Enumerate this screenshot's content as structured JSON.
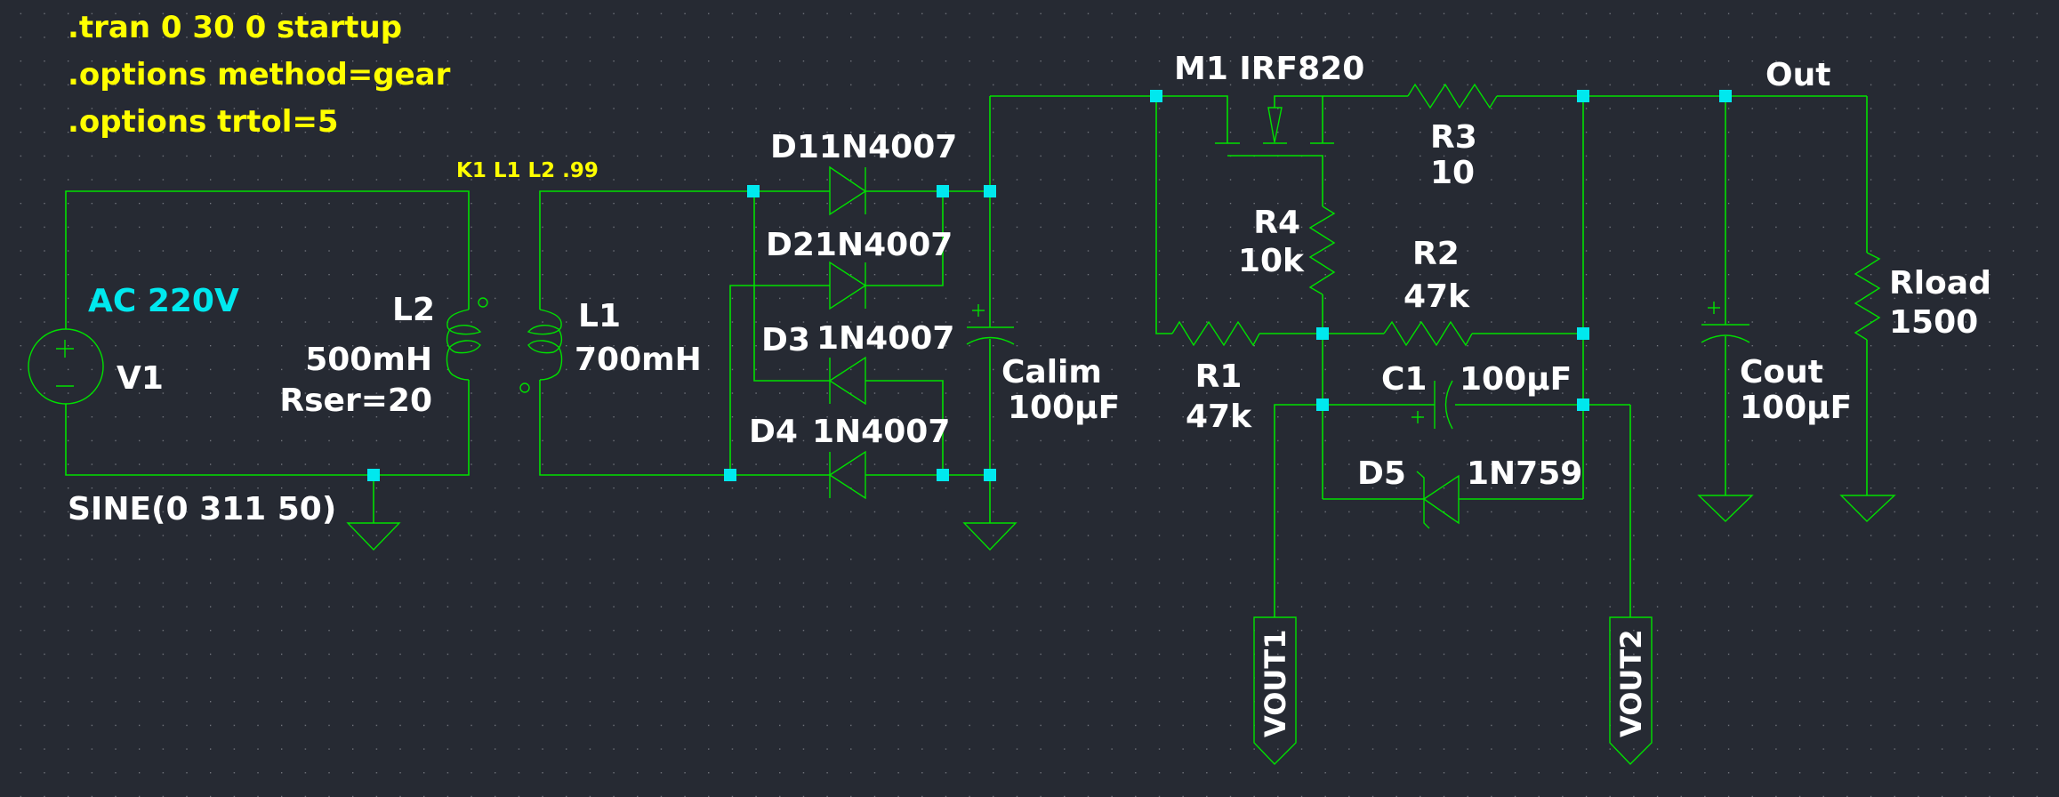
{
  "app": "LTspice schematic",
  "colors": {
    "background": "#262a33",
    "wire": "#00e000",
    "junction": "#00e8ee",
    "directive": "#ffff00",
    "comment": "#00e8ee",
    "label": "#ffffff"
  },
  "directives": [
    ".tran 0 30 0 startup",
    ".options method=gear",
    ".options trtol=5"
  ],
  "coupling": "K1 L1 L2 .99",
  "comment": "AC 220V",
  "components": {
    "V1": {
      "name": "V1",
      "value": "SINE(0 311 50)"
    },
    "L2": {
      "name": "L2",
      "value": "500mH",
      "extra": "Rser=20"
    },
    "L1": {
      "name": "L1",
      "value": "700mH"
    },
    "D1": {
      "label": "D11N4007"
    },
    "D2": {
      "label": "D21N4007"
    },
    "D3": {
      "name": "D3",
      "value": "1N4007"
    },
    "D4": {
      "name": "D4",
      "value": "1N4007"
    },
    "Calim": {
      "name": "Calim",
      "value": "100µF"
    },
    "M1": {
      "label": "M1 IRF820"
    },
    "R3": {
      "name": "R3",
      "value": "10"
    },
    "R4": {
      "name": "R4",
      "value": "10k"
    },
    "R2": {
      "name": "R2",
      "value": "47k"
    },
    "R1": {
      "name": "R1",
      "value": "47k"
    },
    "C1": {
      "name": "C1",
      "value": "100µF"
    },
    "D5": {
      "name": "D5",
      "value": "1N759"
    },
    "Cout": {
      "name": "Cout",
      "value": "100µF"
    },
    "Rload": {
      "name": "Rload",
      "value": "1500"
    }
  },
  "nets": {
    "out": "Out",
    "vout1": "VOUT1",
    "vout2": "VOUT2"
  }
}
